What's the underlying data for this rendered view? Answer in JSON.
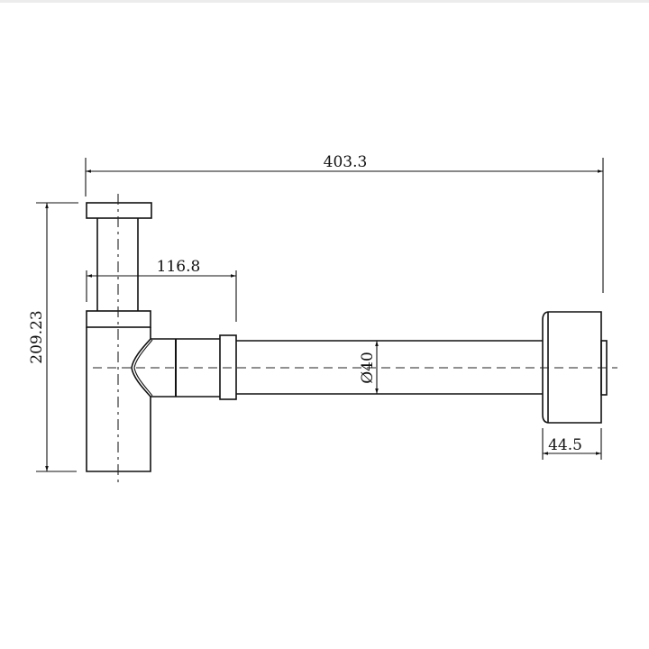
{
  "drawing": {
    "subject": "bottle trap with wall outlet pipe",
    "units": "mm",
    "line_color": "#111111",
    "background": "#ffffff"
  },
  "dimensions": {
    "overall_length": "403.3",
    "overall_height": "209.23",
    "inlet_offset": "116.8",
    "pipe_diameter": "Ø40",
    "flange_depth": "44.5"
  }
}
